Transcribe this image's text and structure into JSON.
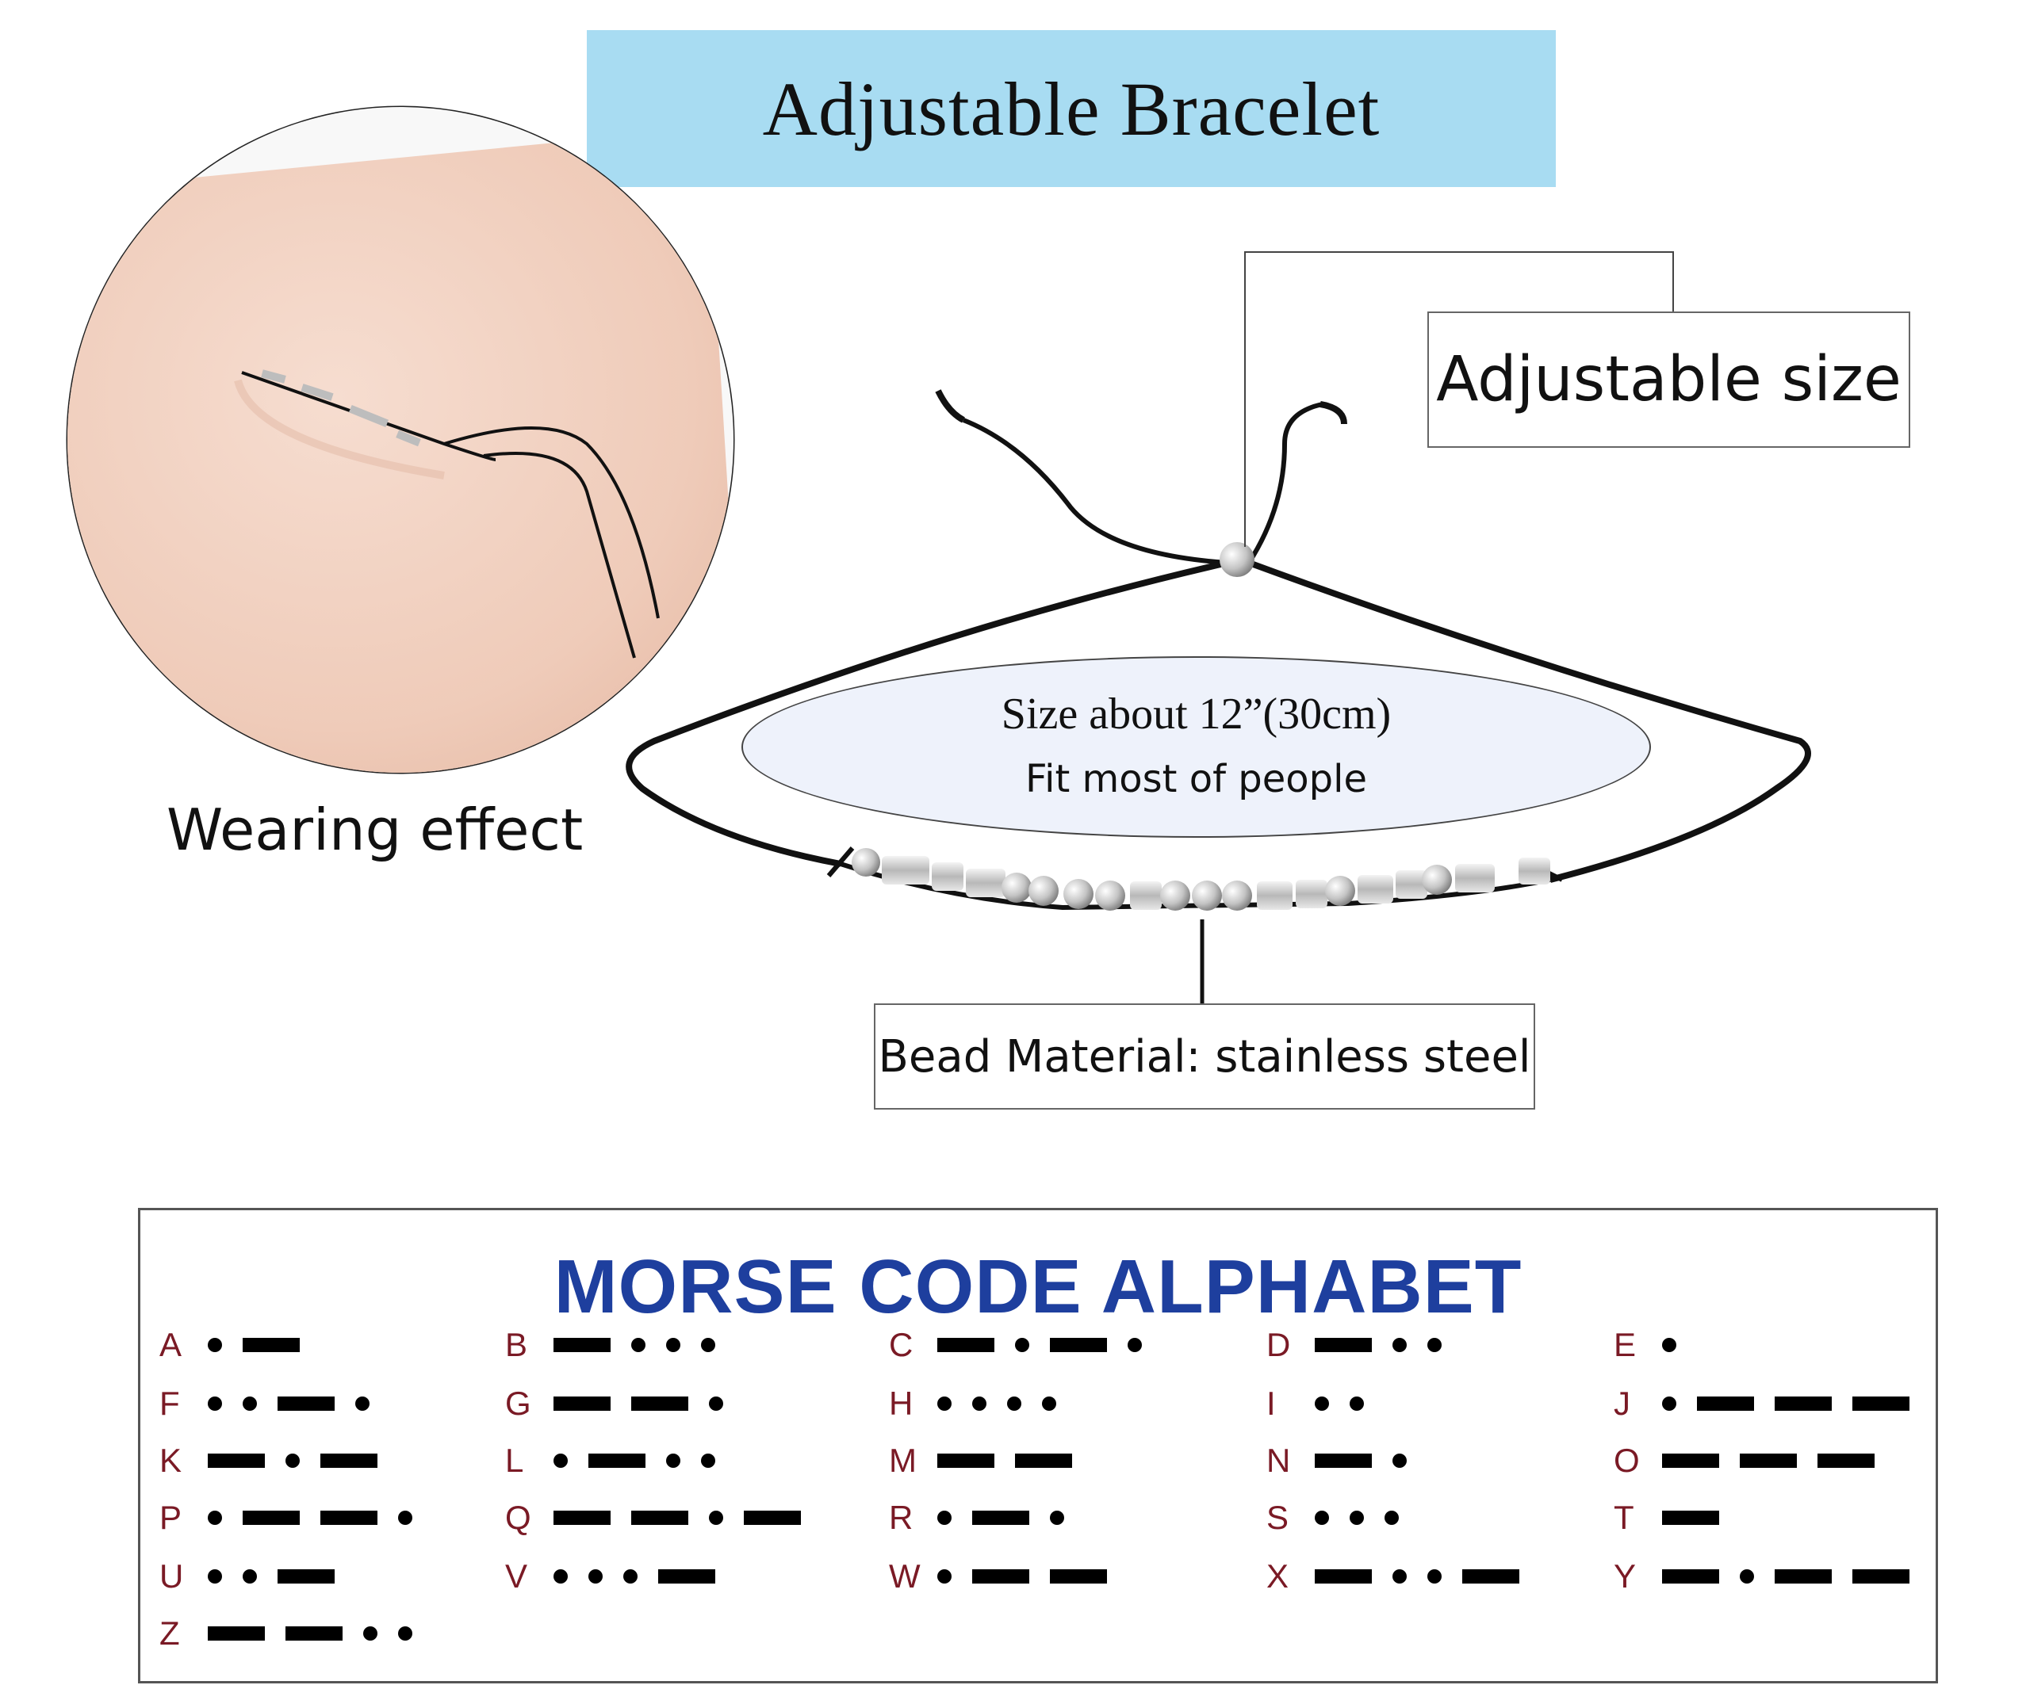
{
  "header": {
    "title": "Adjustable Bracelet"
  },
  "photo": {
    "label": "Wearing effect"
  },
  "product": {
    "adjust_label": "Adjustable size",
    "size_line1": "Size about 12”(30cm)",
    "size_line2": "Fit most of people",
    "bead_label": "Bead Material: stainless steel"
  },
  "colors": {
    "banner": "#a8dcf2",
    "morse_title": "#1e3f9e",
    "morse_letters": "#7a1a25",
    "cord": "#0a0a0a",
    "bead": "#c8c8c8"
  },
  "morse": {
    "title": "MORSE CODE ALPHABET",
    "entries": [
      {
        "letter": "A",
        "code": ".-"
      },
      {
        "letter": "B",
        "code": "-..."
      },
      {
        "letter": "C",
        "code": "-.-."
      },
      {
        "letter": "D",
        "code": "-.."
      },
      {
        "letter": "E",
        "code": "."
      },
      {
        "letter": "F",
        "code": "..-."
      },
      {
        "letter": "G",
        "code": "--."
      },
      {
        "letter": "H",
        "code": "...."
      },
      {
        "letter": "I",
        "code": ".."
      },
      {
        "letter": "J",
        "code": ".---"
      },
      {
        "letter": "K",
        "code": "-.-"
      },
      {
        "letter": "L",
        "code": ".-.."
      },
      {
        "letter": "M",
        "code": "--"
      },
      {
        "letter": "N",
        "code": "-."
      },
      {
        "letter": "O",
        "code": "---"
      },
      {
        "letter": "P",
        "code": ".--."
      },
      {
        "letter": "Q",
        "code": "--.-"
      },
      {
        "letter": "R",
        "code": ".-."
      },
      {
        "letter": "S",
        "code": "..."
      },
      {
        "letter": "T",
        "code": "-"
      },
      {
        "letter": "U",
        "code": "..-"
      },
      {
        "letter": "V",
        "code": "...-"
      },
      {
        "letter": "W",
        "code": ".--"
      },
      {
        "letter": "X",
        "code": "-..-"
      },
      {
        "letter": "Y",
        "code": "-.--"
      },
      {
        "letter": "Z",
        "code": "--.."
      }
    ]
  }
}
